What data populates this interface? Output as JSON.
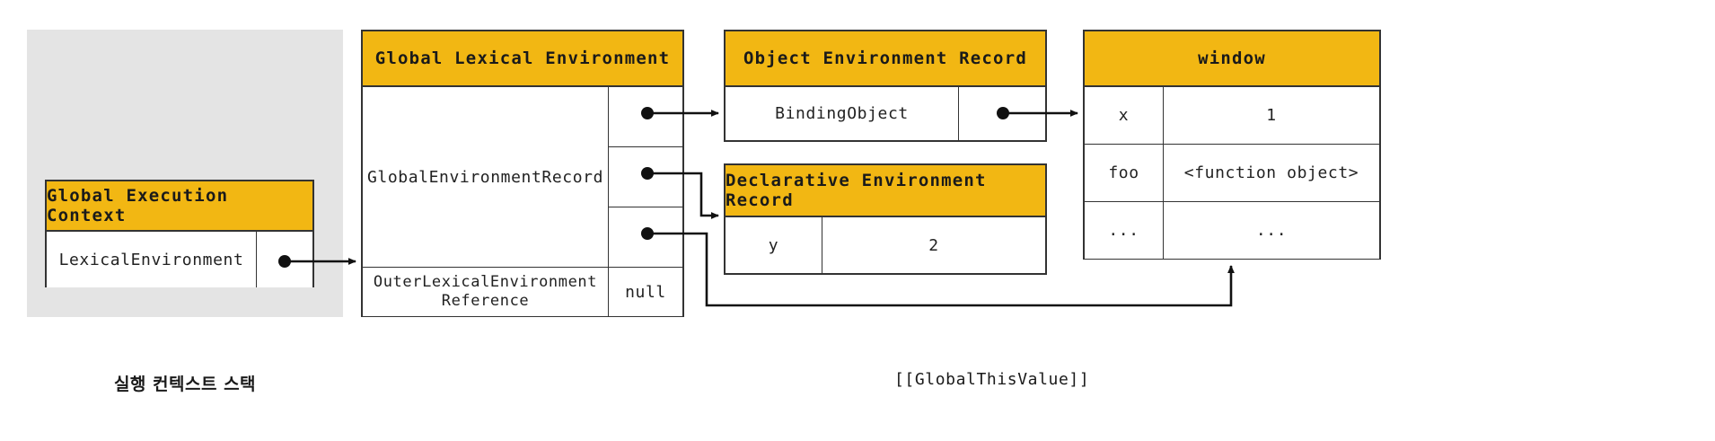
{
  "diagram": {
    "title_caption_stack": "실행 컨텍스트 스택",
    "globalthis_label": "[[GlobalThisValue]]",
    "accent_color": "#f2b713",
    "border_color": "#333333",
    "panel_color": "#e4e4e4",
    "background_color": "#ffffff"
  },
  "execution_context": {
    "header": "Global Execution Context",
    "rows": [
      {
        "label": "LexicalEnvironment",
        "value": ""
      }
    ]
  },
  "global_lexical_environment": {
    "header": "Global Lexical Environment",
    "record_label": "GlobalEnvironmentRecord",
    "slots": [
      "",
      "",
      ""
    ],
    "outer_label_line1": "OuterLexicalEnvironment",
    "outer_label_line2": "Reference",
    "outer_value": "null"
  },
  "object_environment_record": {
    "header": "Object Environment Record",
    "rows": [
      {
        "label": "BindingObject",
        "value": ""
      }
    ]
  },
  "declarative_environment_record": {
    "header": "Declarative Environment Record",
    "rows": [
      {
        "key": "y",
        "value": "2"
      }
    ]
  },
  "window_object": {
    "header": "window",
    "rows": [
      {
        "key": "x",
        "value": "1"
      },
      {
        "key": "foo",
        "value": "<function object>"
      },
      {
        "key": "...",
        "value": "..."
      }
    ]
  }
}
